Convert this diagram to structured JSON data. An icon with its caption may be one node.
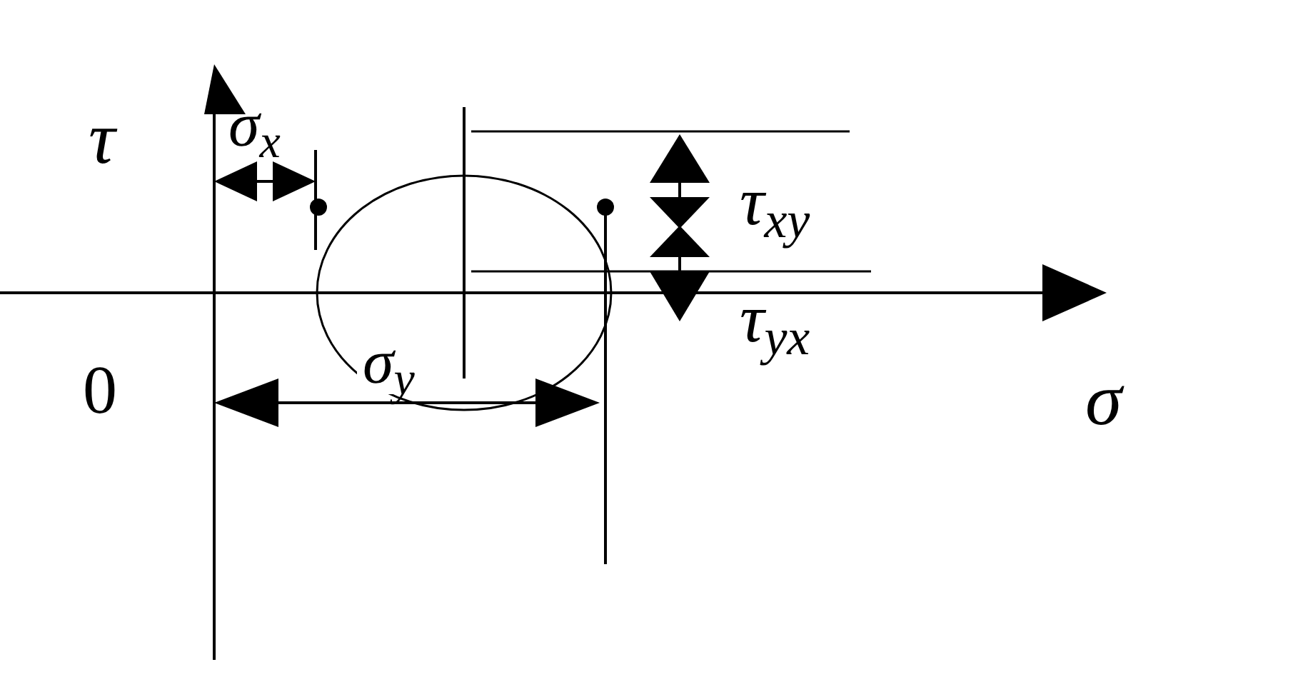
{
  "diagram": {
    "nodes": [
      {
        "text": [],
        "shape": "circle"
      }
    ],
    "labels": [
      "τ",
      "σ$_{x}$",
      "τ$_{xy}$",
      "0",
      "τ$_{yx}$",
      "σ$_{y}$",
      "σ"
    ]
  }
}
